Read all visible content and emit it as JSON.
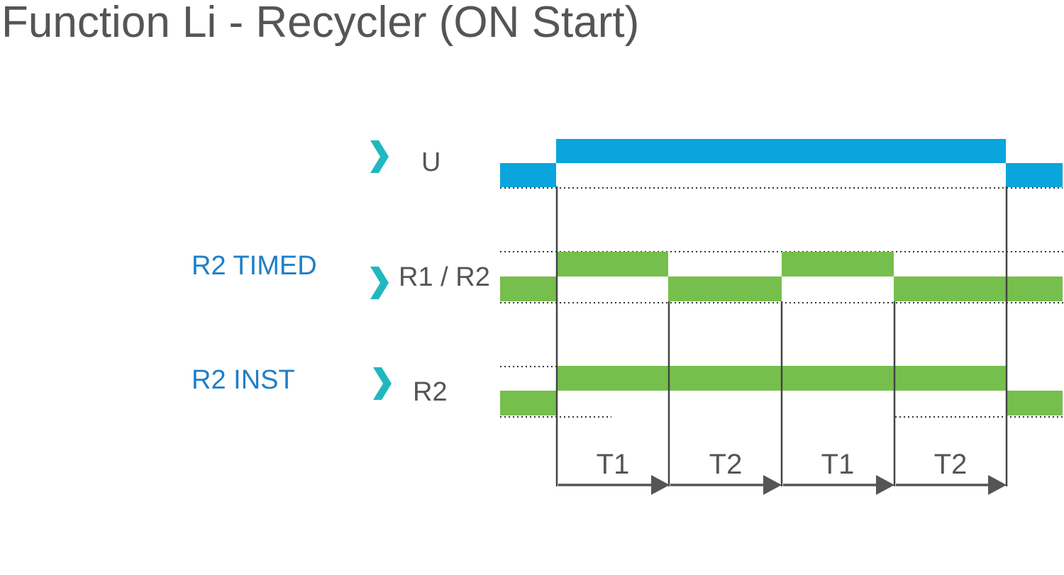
{
  "title": "Function Li - Recycler (ON Start)",
  "signals": [
    {
      "id": "u",
      "label": "U",
      "mode_label": ""
    },
    {
      "id": "r1r2",
      "label": "R1 / R2",
      "mode_label": "R2 TIMED"
    },
    {
      "id": "r2",
      "label": "R2",
      "mode_label": "R2 INST"
    }
  ],
  "intervals": [
    "T1",
    "T2",
    "T1",
    "T2"
  ],
  "colors": {
    "supply": "#0aa5dc",
    "relay": "#76bf4c",
    "marker": "#20b8c0",
    "mode_text": "#1f7fc8",
    "text": "#555555",
    "lines": "#444444"
  }
}
